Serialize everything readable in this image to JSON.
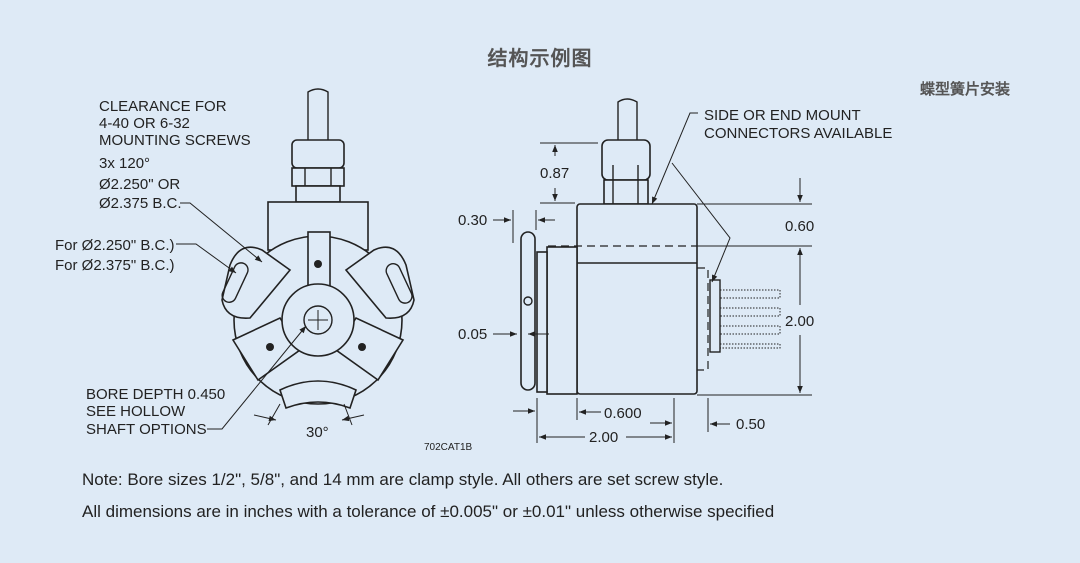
{
  "title": "结构示例图",
  "subtitle": "蝶型簧片安装",
  "front_view": {
    "labels": [
      "CLEARANCE FOR",
      "4-40 OR 6-32",
      "MOUNTING SCREWS",
      "3x 120°",
      "Ø2.250\" OR",
      "Ø2.375 B.C.",
      "For Ø2.250\" B.C.)",
      "For Ø2.375\" B.C.)",
      "BORE DEPTH 0.450",
      "SEE HOLLOW",
      "SHAFT OPTIONS",
      "30°"
    ]
  },
  "side_view": {
    "labels": [
      "SIDE OR END MOUNT",
      "CONNECTORS AVAILABLE"
    ],
    "dimensions": [
      "0.87",
      "0.30",
      "0.05",
      "0.60",
      "2.00",
      "0.600",
      "2.00",
      "0.50"
    ]
  },
  "drawing_code": "702CAT1B",
  "notes": [
    "Note:  Bore sizes 1/2\", 5/8\", and 14 mm are clamp style.  All others are set screw style.",
    "All dimensions are in inches with a tolerance of ±0.005\"  or ±0.01\" unless otherwise specified"
  ]
}
